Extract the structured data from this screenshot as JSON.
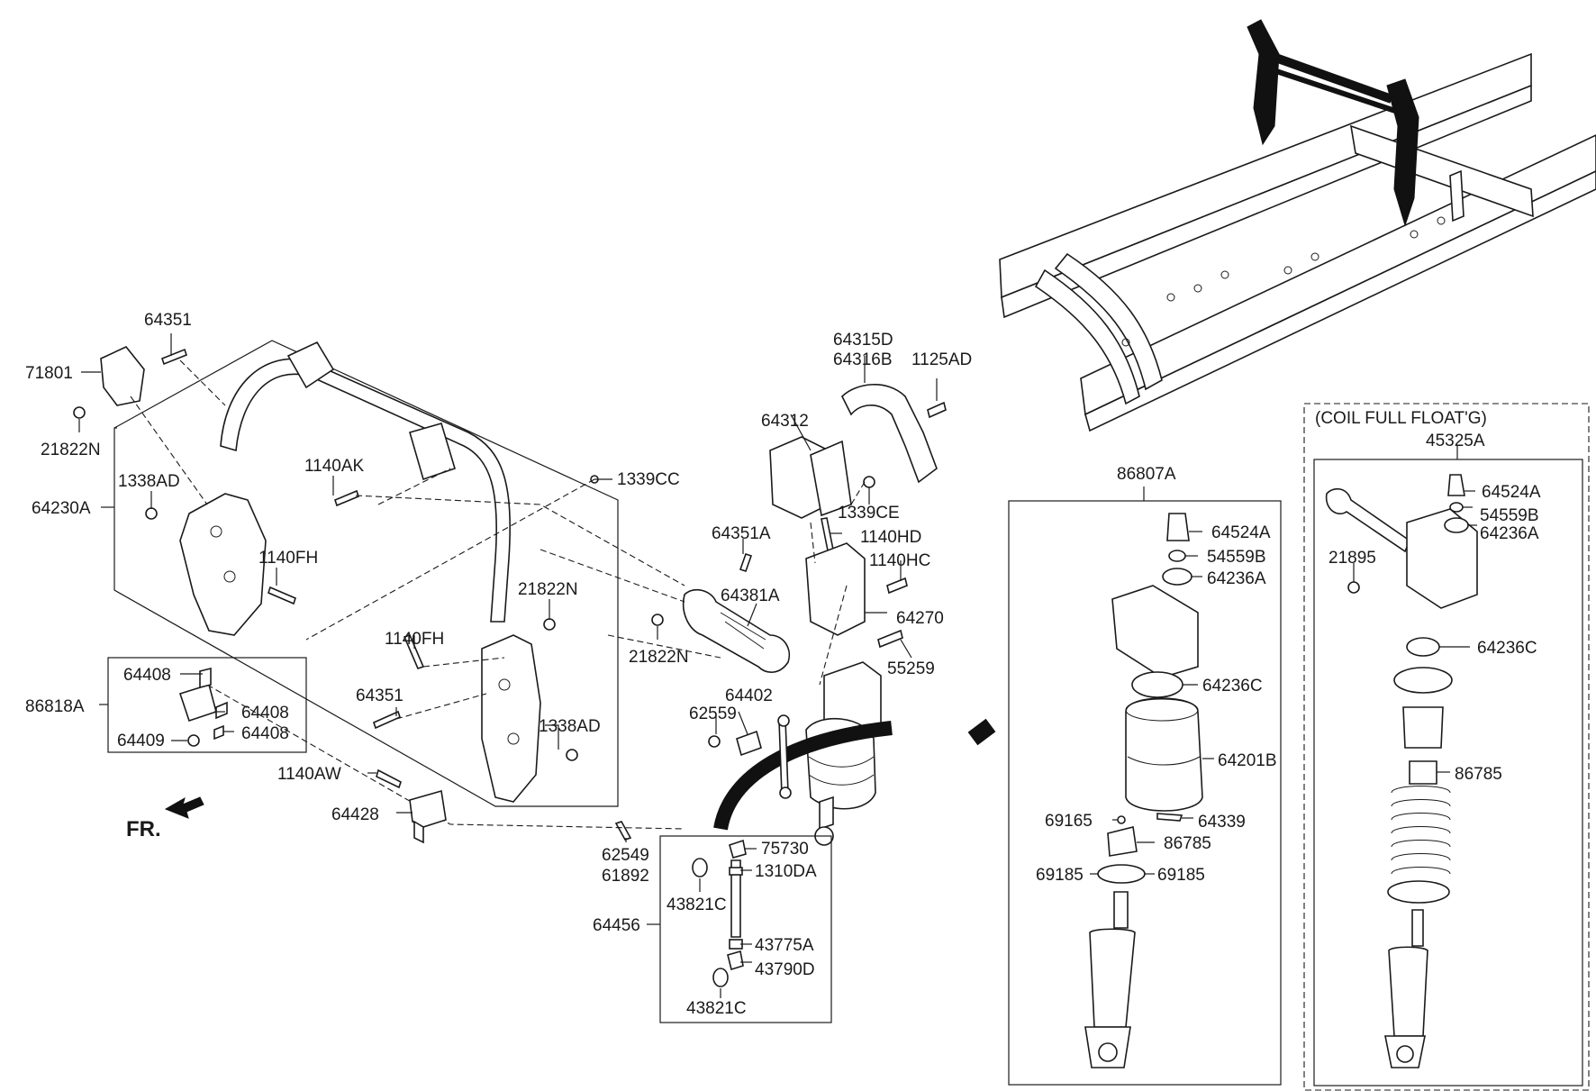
{
  "labels": {
    "l64351a": "64351",
    "l71801": "71801",
    "l21822n_a": "21822N",
    "l64230a": "64230A",
    "l1338ad_a": "1338AD",
    "l1140ak": "1140AK",
    "l1140fh_a": "1140FH",
    "l1339cc": "1339CC",
    "l21822n_b": "21822N",
    "l1140fh_b": "1140FH",
    "l64351b": "64351",
    "l1338ad_b": "1338AD",
    "l86818a": "86818A",
    "l64408_a": "64408",
    "l64408_b": "64408",
    "l64408_c": "64408",
    "l64409": "64409",
    "l1140aw": "1140AW",
    "l64428": "64428",
    "l62549": "62549",
    "l61892": "61892",
    "l64315d": "64315D",
    "l64316b": "64316B",
    "l1125ad": "1125AD",
    "l64312": "64312",
    "l1339ce": "1339CE",
    "l1140hd": "1140HD",
    "l1140hc": "1140HC",
    "l64351a2": "64351A",
    "l64381a": "64381A",
    "l64270": "64270",
    "l21822n_c": "21822N",
    "l55259": "55259",
    "l64402": "64402",
    "l62559": "62559",
    "l75730": "75730",
    "l1310da": "1310DA",
    "l43821c_a": "43821C",
    "l64456": "64456",
    "l43775a": "43775A",
    "l43790d": "43790D",
    "l43821c_b": "43821C",
    "l86807a": "86807A",
    "l64524a_a": "64524A",
    "l54559b_a": "54559B",
    "l64236a_a": "64236A",
    "l64236c_a": "64236C",
    "l64201b": "64201B",
    "l69165": "69165",
    "l64339": "64339",
    "l86785_a": "86785",
    "l69185_a": "69185",
    "l69185_b": "69185",
    "coil_title": "(COIL FULL FLOAT'G)",
    "l45325a": "45325A",
    "l64524a_b": "64524A",
    "l54559b_b": "54559B",
    "l64236a_b": "64236A",
    "l21895": "21895",
    "l64236c_b": "64236C",
    "l86785_b": "86785"
  },
  "fr": "FR."
}
